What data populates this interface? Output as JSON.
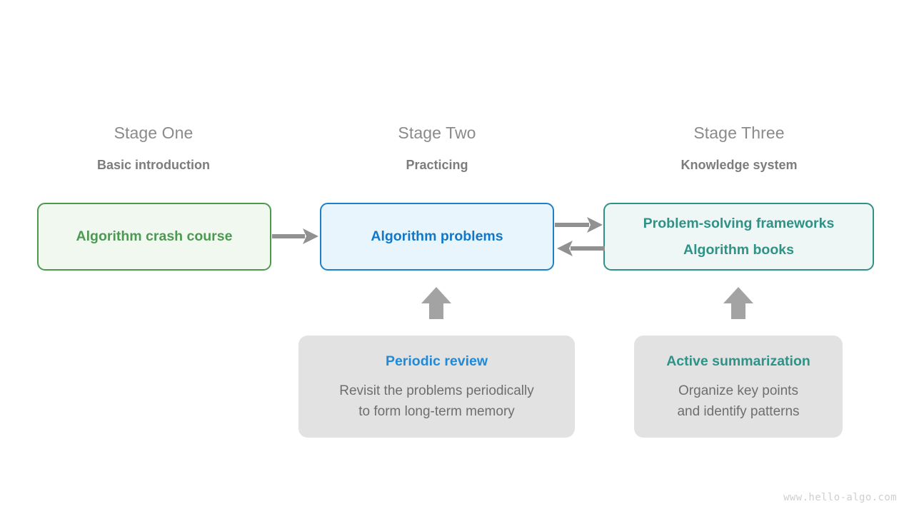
{
  "stages": [
    {
      "title": "Stage One",
      "subtitle": "Basic introduction"
    },
    {
      "title": "Stage Two",
      "subtitle": "Practicing"
    },
    {
      "title": "Stage Three",
      "subtitle": "Knowledge system"
    }
  ],
  "nodes": [
    {
      "label": "Algorithm crash course",
      "label2": "",
      "color": "#4c9a51",
      "border": "#4d9a4f",
      "fill": "#f1f8f0"
    },
    {
      "label": "Algorithm problems",
      "label2": "",
      "color": "#1177c8",
      "border": "#1f80c8",
      "fill": "#e9f5fd"
    },
    {
      "label": "Problem-solving frameworks",
      "label2": "Algorithm books",
      "color": "#2f9287",
      "border": "#2f9287",
      "fill": "#eef7f5"
    }
  ],
  "support_boxes": [
    {
      "title": "Periodic review",
      "title_color": "#2089d8",
      "body_line1": "Revisit the problems periodically",
      "body_line2": "to form long-term memory"
    },
    {
      "title": "Active summarization",
      "title_color": "#2f9287",
      "body_line1": "Organize key points",
      "body_line2": "and identify patterns"
    }
  ],
  "arrows": [
    {
      "name": "arrow-course-to-problems",
      "direction": "right"
    },
    {
      "name": "arrow-problems-to-frameworks",
      "direction": "right"
    },
    {
      "name": "arrow-frameworks-to-problems",
      "direction": "left"
    },
    {
      "name": "arrow-review-up",
      "direction": "up"
    },
    {
      "name": "arrow-summarization-up",
      "direction": "up"
    }
  ],
  "arrow_color": "#919191",
  "watermark": "www.hello-algo.com"
}
